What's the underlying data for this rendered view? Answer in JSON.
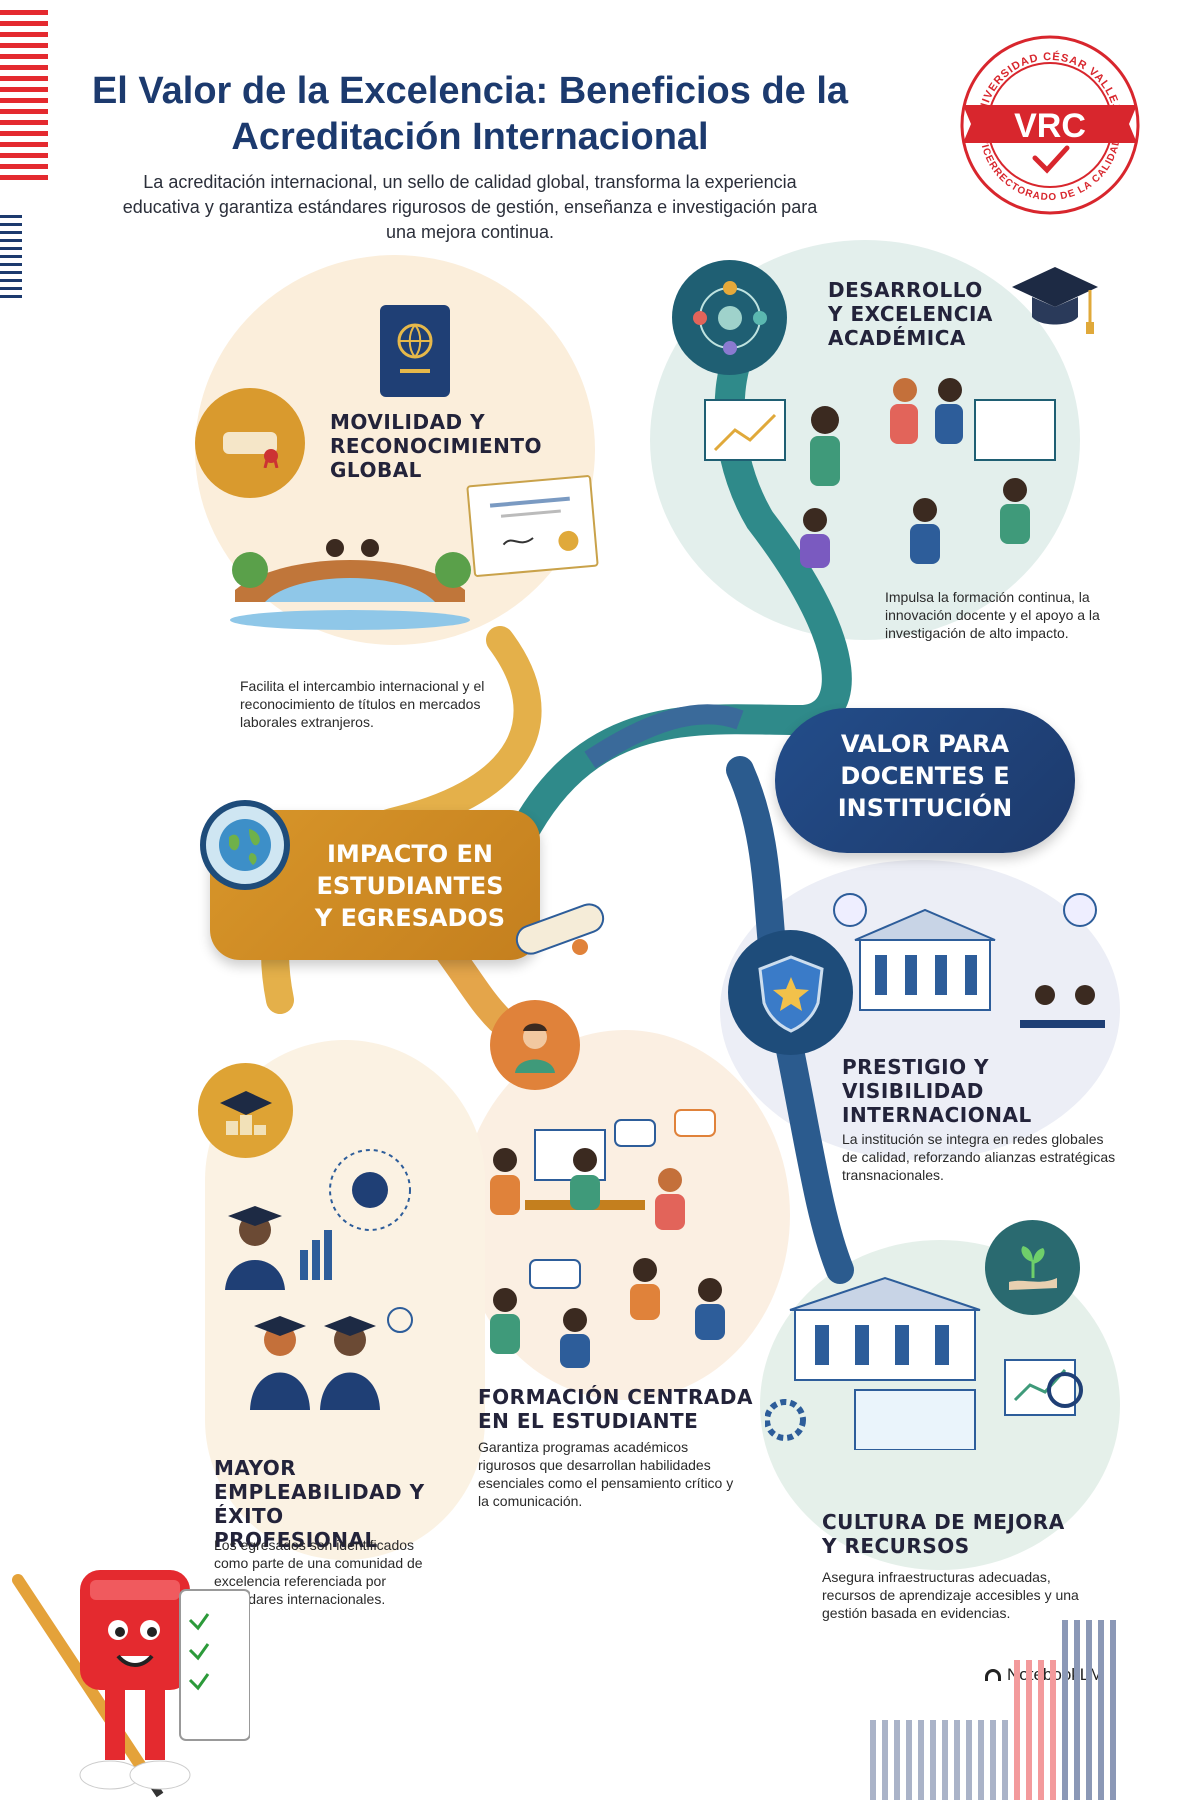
{
  "header": {
    "title": "El Valor de la Excelencia: Beneficios de la Acreditación Internacional",
    "subtitle": "La acreditación internacional, un sello de calidad global, transforma la experiencia educativa y garantiza estándares rigurosos de gestión, enseñanza e investigación para una mejora continua."
  },
  "seal": {
    "top_text": "UNIVERSIDAD CÉSAR VALLEJO",
    "acronym": "VRC",
    "bottom_text": "VICERRECTORADO DE LA CALIDAD"
  },
  "hubs": {
    "students": "IMPACTO EN\nESTUDIANTES\nY EGRESADOS",
    "institution": "VALOR PARA\nDOCENTES E\nINSTITUCIÓN"
  },
  "sections": {
    "mobility": {
      "title": "MOVILIDAD Y\nRECONOCIMIENTO\nGLOBAL",
      "desc": "Facilita el intercambio internacional y el reconocimiento de títulos en mercados laborales extranjeros."
    },
    "academic": {
      "title": "DESARROLLO\nY EXCELENCIA\nACADÉMICA",
      "desc": "Impulsa la formación continua, la innovación docente y el apoyo a la investigación de alto impacto."
    },
    "prestige": {
      "title": "PRESTIGIO Y\nVISIBILIDAD\nINTERNACIONAL",
      "desc": "La institución se integra en redes globales de calidad, reforzando alianzas estratégicas transnacionales."
    },
    "student_centered": {
      "title": "FORMACIÓN CENTRADA\nEN EL ESTUDIANTE",
      "desc": "Garantiza programas académicos rigurosos que desarrollan habilidades esenciales como el pensamiento crítico y la comunicación."
    },
    "employability": {
      "title": "MAYOR\nEMPLEABILIDAD Y\nÉXITO PROFESIONAL",
      "desc": "Los egresados son identificados como parte de una comunidad de excelencia referenciada por estándares internacionales."
    },
    "improvement": {
      "title": "CULTURA DE MEJORA\nY RECURSOS",
      "desc": "Asegura infraestructuras adecuadas, recursos de aprendizaje accesibles y una gestión basada en evidencias."
    }
  },
  "footer": {
    "brand": "NotebookLM"
  },
  "colors": {
    "navy": "#1c3a6e",
    "gold": "#e0a93a",
    "teal": "#2f8a8a",
    "red": "#e42a2f",
    "blob_warm": "#fbeedb",
    "blob_cool": "#e6f1ef"
  },
  "icons": [
    "passport-icon",
    "diploma-icon",
    "globe-icon",
    "graduation-cap-icon",
    "network-icon",
    "shield-star-icon",
    "plant-hand-icon",
    "building-icon",
    "notebooklm-logo-icon",
    "mascot-illustration"
  ]
}
